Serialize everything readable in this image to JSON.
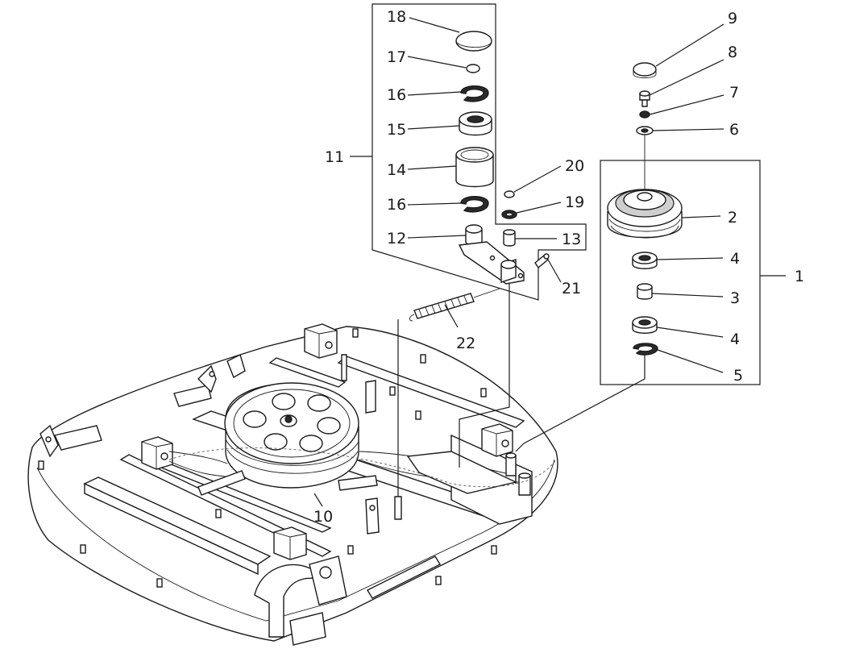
{
  "callouts": {
    "c1": "1",
    "c2": "2",
    "c3": "3",
    "c4a": "4",
    "c4b": "4",
    "c5": "5",
    "c6": "6",
    "c7": "7",
    "c8": "8",
    "c9": "9",
    "c10": "10",
    "c11": "11",
    "c12": "12",
    "c13": "13",
    "c14": "14",
    "c15": "15",
    "c16a": "16",
    "c16b": "16",
    "c17": "17",
    "c18": "18",
    "c19": "19",
    "c20": "20",
    "c21": "21",
    "c22": "22"
  },
  "colors": {
    "line": "#1a1a1a",
    "fill": "#ffffff",
    "shade": "#cfcfcf",
    "dark": "#2a2a2a"
  }
}
